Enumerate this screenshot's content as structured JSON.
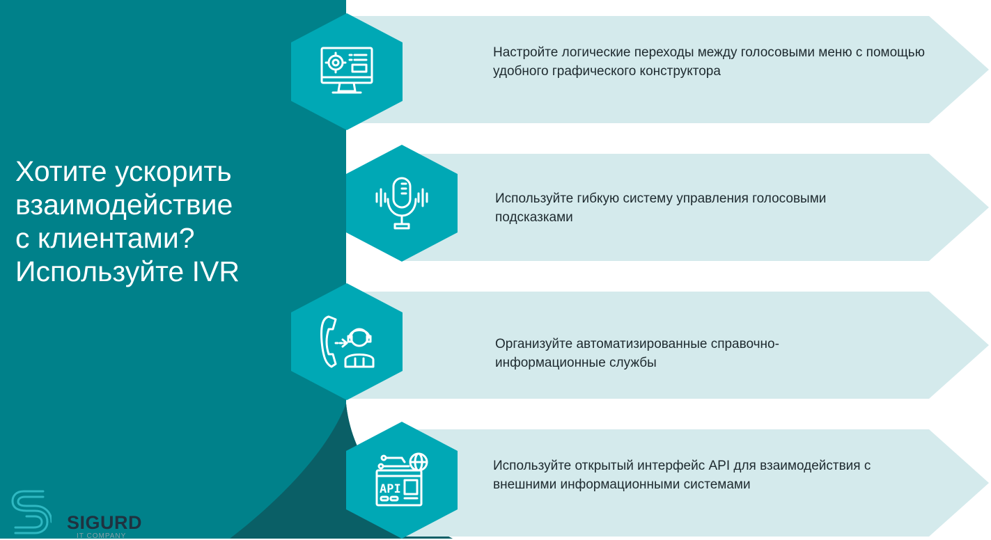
{
  "headline": {
    "lines": [
      "Хотите ускорить",
      "взаимодействие",
      "с клиентами?",
      "Используйте IVR"
    ]
  },
  "items": [
    {
      "icon": "monitor-settings-icon",
      "text": "Настройте логические переходы между голосовыми меню с помощью удобного графического конструктора"
    },
    {
      "icon": "microphone-icon",
      "text": "Используйте гибкую систему управления голосовыми подсказками"
    },
    {
      "icon": "call-transfer-operator-icon",
      "text": "Организуйте автоматизированные справочно-информационные службы"
    },
    {
      "icon": "api-globe-icon",
      "text": "Используйте открытый интерфейс API для взаимодействия с внешними информационными системами"
    }
  ],
  "logo": {
    "name": "SIGURD",
    "sub": "IT COMPANY"
  },
  "colors": {
    "panel": "#00818a",
    "hex": "#00a8b5",
    "banner": "#d4eaec",
    "dark_accent": "#0a5f66"
  }
}
